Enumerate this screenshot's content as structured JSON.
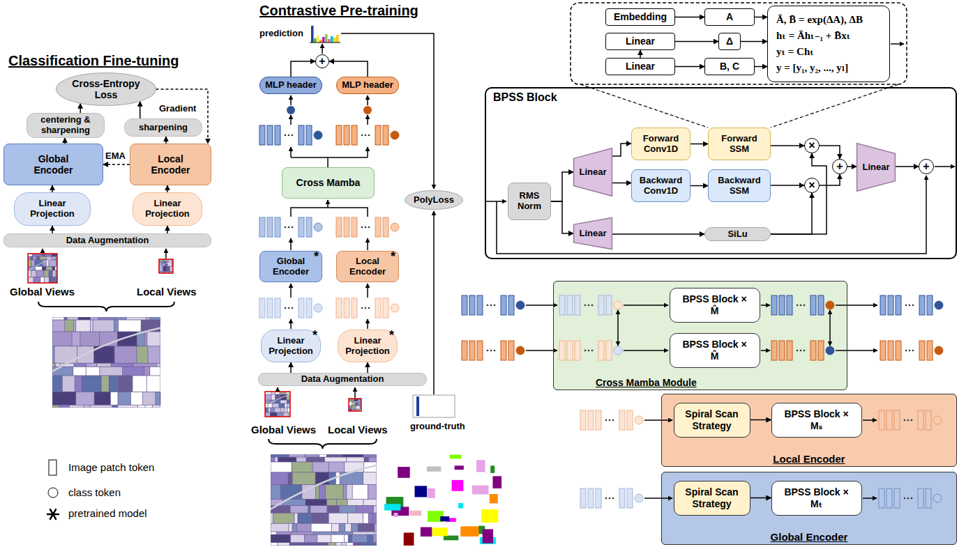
{
  "diagram": {
    "nodes": [
      {
        "text": [
          "Cross-Entropy Loss"
        ]
      },
      {
        "text": [
          "centering & sharpening"
        ]
      },
      {
        "text": [
          "sharpening"
        ]
      },
      {
        "text": [
          "Global Encoder"
        ]
      },
      {
        "text": [
          "Local Encoder"
        ]
      },
      {
        "text": [
          "Linear Projection"
        ]
      },
      {
        "text": [
          "Linear Projection"
        ]
      },
      {
        "text": [
          "Data Augmentation"
        ]
      },
      {
        "text": [
          "+"
        ]
      },
      {
        "text": [
          "MLP header"
        ]
      },
      {
        "text": [
          "MLP header"
        ]
      },
      {
        "text": [
          "Cross Mamba"
        ]
      },
      {
        "text": [
          "PolyLoss"
        ]
      },
      {
        "text": [
          "Global Encoder",
          "*"
        ]
      },
      {
        "text": [
          "Local Encoder",
          "*"
        ]
      },
      {
        "text": [
          "Linear Projection",
          "*"
        ]
      },
      {
        "text": [
          "Linear Projection",
          "*"
        ]
      },
      {
        "text": [
          "Data Augmentation"
        ]
      },
      {
        "text": [
          "Embedding"
        ]
      },
      {
        "text": [
          "A"
        ]
      },
      {
        "text": [
          "Linear"
        ]
      },
      {
        "text": [
          "Δ"
        ]
      },
      {
        "text": [
          "Linear"
        ]
      },
      {
        "text": [
          "B, C"
        ]
      },
      {
        "text": [
          "Ā, B̄ = exp(ΔA), ΔB",
          "hₜ = Āhₜ₋₁ + B̄xₜ",
          "yₜ = Chₜ",
          "y = [y₁, y₂, ..., yₗ]"
        ]
      },
      {
        "text": [
          "BPSS Block"
        ]
      },
      {
        "text": [
          "RMS Norm"
        ],
        "in": 25
      },
      {
        "text": [
          "Linear"
        ],
        "in": 25
      },
      {
        "text": [
          "Linear"
        ],
        "in": 25
      },
      {
        "text": [
          "Forward Conv1D"
        ],
        "in": 25
      },
      {
        "text": [
          "Forward SSM"
        ],
        "in": 25
      },
      {
        "text": [
          "Backward Conv1D"
        ],
        "in": 25
      },
      {
        "text": [
          "Backward SSM"
        ],
        "in": 25
      },
      {
        "text": [
          "SiLu"
        ],
        "in": 25
      },
      {
        "text": [
          "×"
        ],
        "in": 25
      },
      {
        "text": [
          "×"
        ],
        "in": 25
      },
      {
        "text": [
          "+"
        ],
        "in": 25
      },
      {
        "text": [
          "Linear"
        ],
        "in": 25
      },
      {
        "text": [
          "+"
        ],
        "in": 25
      },
      {
        "text": [
          "Cross Mamba Module"
        ]
      },
      {
        "text": [
          "BPSS Block × M̂"
        ],
        "in": 39
      },
      {
        "text": [
          "BPSS Block × M̂"
        ],
        "in": 39
      },
      {
        "text": [
          "Local Encoder"
        ]
      },
      {
        "text": [
          "Spiral Scan Strategy"
        ],
        "in": 42
      },
      {
        "text": [
          "BPSS Block × Mₛ"
        ],
        "in": 42
      },
      {
        "text": [
          "Global Encoder"
        ]
      },
      {
        "text": [
          "Spiral Scan Strategy"
        ],
        "in": 45
      },
      {
        "text": [
          "BPSS Block × Mₜ"
        ],
        "in": 45
      }
    ],
    "edges": [
      {
        "from": 7,
        "to": 5,
        "arrow": "to"
      },
      {
        "from": 7,
        "to": 6,
        "arrow": "to"
      },
      {
        "from": 5,
        "to": 3,
        "arrow": "to"
      },
      {
        "from": 6,
        "to": 4,
        "arrow": "to"
      },
      {
        "from": 3,
        "to": 1,
        "arrow": "to"
      },
      {
        "from": 1,
        "to": 0,
        "arrow": "to"
      },
      {
        "from": 4,
        "to": 2,
        "arrow": "to"
      },
      {
        "from": 2,
        "to": 0,
        "arrow": "to"
      },
      {
        "from": 0,
        "to": 4,
        "label": "Gradient",
        "arrow": "to"
      },
      {
        "from": 4,
        "to": 3,
        "label": "EMA",
        "arrow": "to"
      },
      {
        "from": 17,
        "to": 15,
        "arrow": "to"
      },
      {
        "from": 17,
        "to": 16,
        "arrow": "to"
      },
      {
        "from": 9,
        "to": 8,
        "arrow": "to"
      },
      {
        "from": 10,
        "to": 8,
        "arrow": "to"
      },
      {
        "from": 18,
        "to": 19,
        "arrow": "to"
      },
      {
        "from": 20,
        "to": 21,
        "arrow": "to"
      },
      {
        "from": 22,
        "to": 20,
        "arrow": "to"
      },
      {
        "from": 22,
        "to": 23,
        "arrow": "to"
      },
      {
        "from": 19,
        "to": 24,
        "arrow": "to"
      },
      {
        "from": 21,
        "to": 24,
        "arrow": "to"
      },
      {
        "from": 23,
        "to": 24,
        "arrow": "to"
      },
      {
        "from": 26,
        "to": 27,
        "arrow": "to"
      },
      {
        "from": 26,
        "to": 28,
        "arrow": "to"
      },
      {
        "from": 27,
        "to": 29,
        "arrow": "to"
      },
      {
        "from": 27,
        "to": 31,
        "arrow": "to"
      },
      {
        "from": 29,
        "to": 30,
        "arrow": "to"
      },
      {
        "from": 31,
        "to": 32,
        "arrow": "to"
      },
      {
        "from": 30,
        "to": 34,
        "arrow": "to"
      },
      {
        "from": 32,
        "to": 35,
        "arrow": "to"
      },
      {
        "from": 28,
        "to": 33,
        "arrow": "to"
      },
      {
        "from": 33,
        "to": 35,
        "arrow": "to"
      },
      {
        "from": 33,
        "to": 34,
        "arrow": "to"
      },
      {
        "from": 34,
        "to": 36,
        "arrow": "to"
      },
      {
        "from": 35,
        "to": 36,
        "arrow": "to"
      },
      {
        "from": 36,
        "to": 37,
        "arrow": "to"
      },
      {
        "from": 37,
        "to": 38,
        "arrow": "to"
      },
      {
        "from": 43,
        "to": 44,
        "arrow": "to"
      },
      {
        "from": 46,
        "to": 47,
        "arrow": "to"
      }
    ],
    "labels": [
      "Classification Fine-tuning",
      "Global Views",
      "Local Views",
      "Contrastive Pre-training",
      "prediction",
      "ground-truth",
      "Global Views",
      "Local Views"
    ],
    "legend": [
      {
        "text": "Image patch token"
      },
      {
        "text": "class token"
      },
      {
        "text": "pretrained model"
      }
    ]
  }
}
